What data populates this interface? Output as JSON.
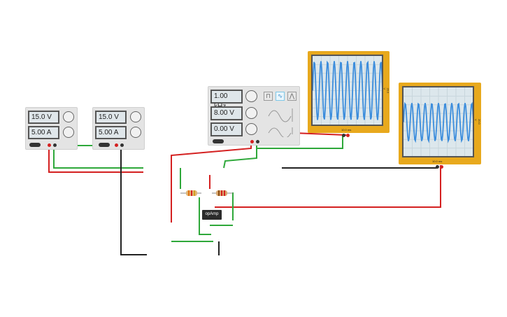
{
  "power_supplies": [
    {
      "voltage": "15.0 V",
      "current": "5.00 A"
    },
    {
      "voltage": "15.0 V",
      "current": "5.00 A"
    }
  ],
  "function_generator": {
    "frequency": "1.00 kHz",
    "amplitude": "8.00 V",
    "offset": "0.00 V",
    "waveforms": [
      {
        "name": "square",
        "glyph": "⊓",
        "active": false
      },
      {
        "name": "sine",
        "glyph": "∿",
        "active": true
      },
      {
        "name": "triangle",
        "glyph": "⋀",
        "active": false
      }
    ]
  },
  "oscilloscopes": [
    {
      "time_per_div": "10.0 ms",
      "volts_per_div": "20.0 V",
      "cycles": 10.5,
      "amplitude_fraction": 0.85
    },
    {
      "time_per_div": "10.0 ms",
      "volts_per_div": "20.0 V",
      "cycles": 10.5,
      "amplitude_fraction": 0.55
    }
  ],
  "breadboard": {
    "chip_label": "opAmp",
    "rail_plus": "+",
    "rail_minus": "-"
  },
  "colors": {
    "wire_red": "#d42020",
    "wire_green": "#2ea83a",
    "wire_black": "#222222",
    "scope_frame": "#e8a91d",
    "trace": "#3c8ddc"
  }
}
